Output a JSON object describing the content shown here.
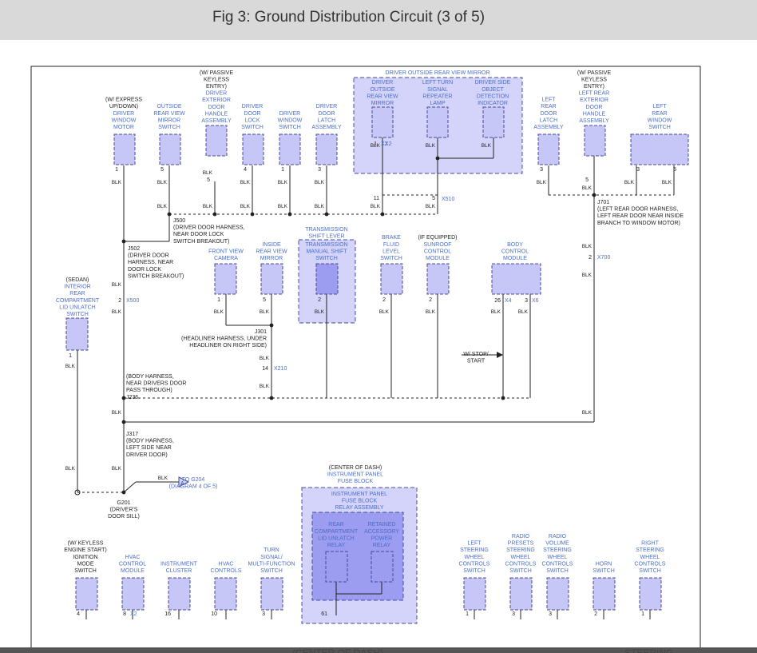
{
  "title": "Fig 3: Ground Distribution Circuit (3 of 5)",
  "colors": {
    "label": "#4a6ec9",
    "wire": "#222222",
    "box_fill": "#c6c6f7",
    "box_stroke": "#4a4a9a",
    "group_fill": "#d4d4fa",
    "group_dark": "#9c9cf0"
  },
  "components": [
    {
      "id": "driver-window-motor",
      "lines": [
        "(W/ EXPRESS",
        "UP/DOWN)",
        "DRIVER",
        "WINDOW",
        "MOTOR"
      ],
      "styles": [
        "k",
        "k",
        "b",
        "b",
        "b"
      ],
      "pin": "1"
    },
    {
      "id": "outside-mirror-switch",
      "lines": [
        "OUTSIDE",
        "REAR VIEW",
        "MIRROR",
        "SWITCH"
      ],
      "pin": "5"
    },
    {
      "id": "driver-door-handle",
      "lines": [
        "(W/ PASSIVE",
        "KEYLESS",
        "ENTRY)",
        "DRIVER",
        "EXTERIOR",
        "DOOR",
        "HANDLE",
        "ASSEMBLY"
      ],
      "styles": [
        "k",
        "k",
        "k",
        "b",
        "b",
        "b",
        "b",
        "b"
      ],
      "pin": "5"
    },
    {
      "id": "driver-door-lock-switch",
      "lines": [
        "DRIVER",
        "DOOR",
        "LOCK",
        "SWITCH"
      ],
      "pin": "4"
    },
    {
      "id": "driver-window-switch",
      "lines": [
        "DRIVER",
        "WINDOW",
        "SWITCH"
      ],
      "pin": "1"
    },
    {
      "id": "driver-door-latch",
      "lines": [
        "DRIVER",
        "DOOR",
        "LATCH",
        "ASSEMBLY"
      ],
      "pin": "3"
    },
    {
      "id": "driver-outside-mirror",
      "lines": [
        "DRIVER",
        "OUTSIDE",
        "REAR VIEW",
        "MIRROR"
      ],
      "pin": "1",
      "conn": "X2"
    },
    {
      "id": "left-turn-repeater",
      "lines": [
        "LEFT TURN",
        "SIGNAL",
        "REPEATER",
        "LAMP"
      ]
    },
    {
      "id": "driver-side-detection",
      "lines": [
        "DRIVER SIDE",
        "OBJECT",
        "DETECTION",
        "INDICATOR"
      ]
    },
    {
      "id": "left-rear-door-latch",
      "lines": [
        "LEFT",
        "REAR",
        "DOOR",
        "LATCH",
        "ASSEMBLY"
      ],
      "pin": "3"
    },
    {
      "id": "left-rear-door-handle",
      "lines": [
        "(W/ PASSIVE",
        "KEYLESS",
        "ENTRY)",
        "LEFT REAR",
        "EXTERIOR",
        "DOOR",
        "HANDLE",
        "ASSEMBLY"
      ],
      "styles": [
        "k",
        "k",
        "k",
        "b",
        "b",
        "b",
        "b",
        "b"
      ],
      "pin": "5"
    },
    {
      "id": "left-rear-window-switch",
      "lines": [
        "LEFT",
        "REAR",
        "WINDOW",
        "SWITCH"
      ],
      "pins": [
        "3",
        "5"
      ]
    },
    {
      "id": "front-view-camera",
      "lines": [
        "FRONT VIEW",
        "CAMERA"
      ],
      "pin": "1"
    },
    {
      "id": "inside-mirror",
      "lines": [
        "INSIDE",
        "REAR VIEW",
        "MIRROR"
      ],
      "pin": "5"
    },
    {
      "id": "trans-shift-switch",
      "lines": [
        "TRANSMISSION",
        "MANUAL SHIFT",
        "SWITCH"
      ],
      "pin": "2"
    },
    {
      "id": "brake-fluid-switch",
      "lines": [
        "BRAKE",
        "FLUID",
        "LEVEL",
        "SWITCH"
      ],
      "pin": "2"
    },
    {
      "id": "sunroof-module",
      "lines": [
        "(IF EQUIPPED)",
        "SUNROOF",
        "CONTROL",
        "MODULE"
      ],
      "styles": [
        "k",
        "b",
        "b",
        "b"
      ],
      "pin": "2"
    },
    {
      "id": "body-control-module",
      "lines": [
        "BODY",
        "CONTROL",
        "MODULE"
      ],
      "pins": [
        "26",
        "3"
      ],
      "conns": [
        "X4",
        "X6"
      ]
    },
    {
      "id": "interior-lid-switch",
      "lines": [
        "(SEDAN)",
        "INTERIOR",
        "REAR",
        "COMPARTMENT",
        "LID UNLATCH",
        "SWITCH"
      ],
      "styles": [
        "k",
        "b",
        "b",
        "b",
        "b",
        "b"
      ],
      "pin": "1"
    },
    {
      "id": "ignition-switch",
      "lines": [
        "(W/ KEYLESS",
        "ENGINE START)",
        "IGNITION",
        "MODE",
        "SWITCH"
      ],
      "styles": [
        "k",
        "k",
        "k",
        "k",
        "k"
      ],
      "pin": "4"
    },
    {
      "id": "hvac-module",
      "lines": [
        "HVAC",
        "CONTROL",
        "MODULE"
      ],
      "pin": "8",
      "conn": "X2"
    },
    {
      "id": "instrument-cluster",
      "lines": [
        "INSTRUMENT",
        "CLUSTER"
      ],
      "pin": "16"
    },
    {
      "id": "hvac-controls",
      "lines": [
        "HVAC",
        "CONTROLS"
      ],
      "pin": "10"
    },
    {
      "id": "turn-signal-switch",
      "lines": [
        "TURN",
        "SIGNAL/",
        "MULTI-FUNCTION",
        "SWITCH"
      ],
      "pin": "3"
    },
    {
      "id": "rear-lid-relay",
      "lines": [
        "REAR",
        "COMPARTMENT",
        "LID UNLATCH",
        "RELAY"
      ],
      "pin": "61"
    },
    {
      "id": "retained-power-relay",
      "lines": [
        "RETAINED",
        "ACCESSORY",
        "POWER",
        "RELAY"
      ]
    },
    {
      "id": "left-steering-switch",
      "lines": [
        "LEFT",
        "STEERING",
        "WHEEL",
        "CONTROLS",
        "SWITCH"
      ],
      "pin": "1"
    },
    {
      "id": "radio-presets-switch",
      "lines": [
        "RADIO",
        "PRESETS",
        "STEERING",
        "WHEEL",
        "CONTROLS",
        "SWITCH"
      ],
      "pin": "3"
    },
    {
      "id": "radio-volume-switch",
      "lines": [
        "RADIO",
        "VOLUME",
        "STEERING",
        "WHEEL",
        "CONTROLS",
        "SWITCH"
      ],
      "pin": "3"
    },
    {
      "id": "horn-switch",
      "lines": [
        "HORN",
        "SWITCH"
      ],
      "pin": "2"
    },
    {
      "id": "right-steering-switch",
      "lines": [
        "RIGHT",
        "STEERING",
        "WHEEL",
        "CONTROLS",
        "SWITCH"
      ],
      "pin": "1"
    }
  ],
  "groups": {
    "mirror_group": "DRIVER OUTSIDE REAR VIEW MIRROR",
    "trans_group": [
      "TRANSMISSION",
      "SHIFT LEVER"
    ],
    "center_dash": [
      "(CENTER OF DASH)",
      "INSTRUMENT PANEL",
      "FUSE BLOCK"
    ],
    "fuse_relay": [
      "INSTRUMENT PANEL",
      "FUSE BLOCK",
      "RELAY ASSEMBLY"
    ]
  },
  "wire_label": "BLK",
  "pins_misc": [
    "11",
    "5",
    "14",
    "2",
    "2"
  ],
  "connectors": [
    "X2",
    "X510",
    "X500",
    "X210",
    "X700"
  ],
  "splices": [
    {
      "id": "J500",
      "lines": [
        "J500",
        "(DRIVER DOOR HARNESS,",
        "NEAR DOOR LOCK",
        "SWITCH BREAKOUT)"
      ]
    },
    {
      "id": "J502",
      "lines": [
        "J502",
        "(DRIVER DOOR",
        "HARNESS, NEAR",
        "DOOR LOCK",
        "SWITCH BREAKOUT)"
      ]
    },
    {
      "id": "J301",
      "lines": [
        "J301",
        "(HEADLINER HARNESS, UNDER",
        "HEADLINER ON RIGHT SIDE)"
      ]
    },
    {
      "id": "J236",
      "lines": [
        "(BODY HARNESS,",
        "NEAR DRIVERS DOOR",
        "PASS THROUGH)",
        "J236"
      ]
    },
    {
      "id": "J317",
      "lines": [
        "J317",
        "(BODY HARNESS,",
        "LEFT SIDE NEAR",
        "DRIVER DOOR)"
      ]
    },
    {
      "id": "J701",
      "lines": [
        "J701",
        "(LEFT REAR DOOR HARNESS,",
        "LEFT REAR DOOR NEAR INSIDE",
        "BRANCH TO WINDOW MOTOR)"
      ]
    }
  ],
  "ground": {
    "id": "G201",
    "lines": [
      "G201",
      "(DRIVER'S",
      "DOOR SILL)"
    ]
  },
  "ref": {
    "symbol": "A",
    "lines": [
      "TO G204",
      "(DIAGRAM 4 OF 5)"
    ]
  },
  "stop_start": [
    "W/ STOP/",
    "START"
  ],
  "bottom_cut": {
    "left": "(CENTER OF DASH)",
    "right": "STEERING"
  }
}
